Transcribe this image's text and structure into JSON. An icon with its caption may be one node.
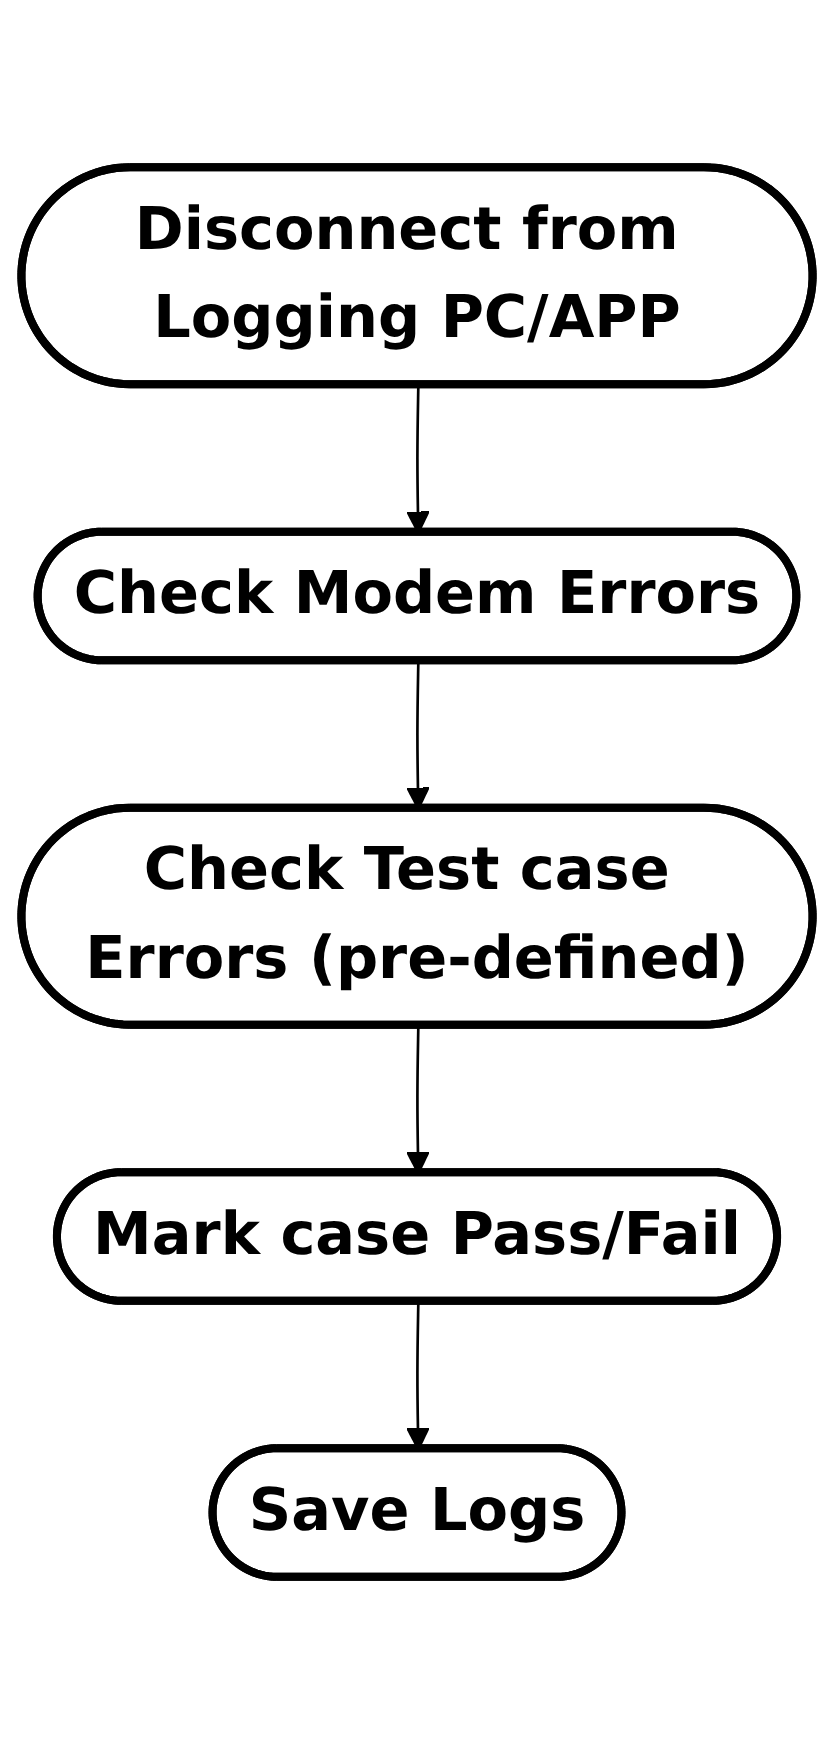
{
  "diagram": {
    "nodes": [
      {
        "text": [
          "Disconnect from Logging PC/APP"
        ]
      },
      {
        "text": [
          "Check Modem Errors"
        ]
      },
      {
        "text": [
          "Check Test case Errors (pre-defined)"
        ]
      },
      {
        "text": [
          "Mark case Pass/Fail"
        ]
      },
      {
        "text": [
          "Save Logs"
        ]
      }
    ],
    "edges": [
      {
        "from": 0,
        "to": 1,
        "arrow": "to"
      },
      {
        "from": 1,
        "to": 2,
        "arrow": "to"
      },
      {
        "from": 2,
        "to": 3,
        "arrow": "to"
      },
      {
        "from": 3,
        "to": 4,
        "arrow": "to"
      }
    ]
  }
}
